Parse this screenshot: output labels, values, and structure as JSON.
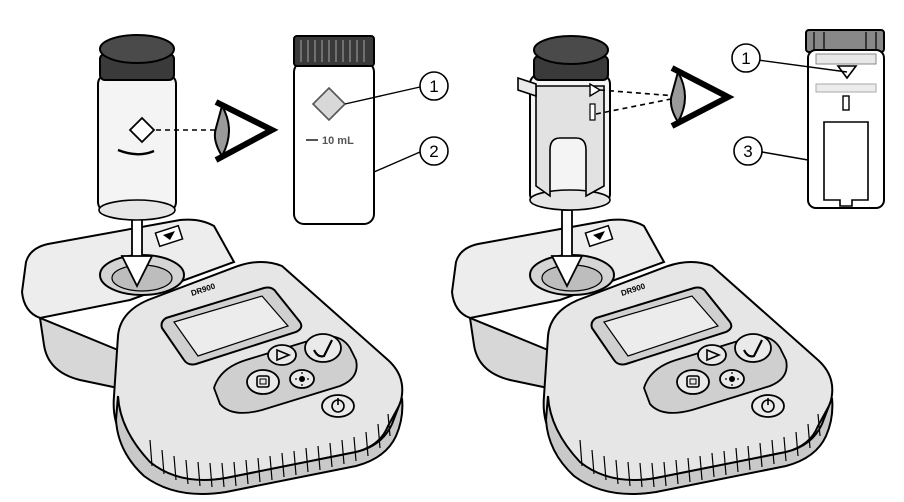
{
  "figure": {
    "fill_mark_label": "10 mL",
    "callouts": {
      "left_1": "1",
      "left_2": "2",
      "right_1": "1",
      "right_3": "3"
    },
    "device_brand": "DR900"
  },
  "colors": {
    "line": "#000000",
    "device_body": "#e9e9e9",
    "device_shade": "#cfcfcf",
    "cap": "#3a3a3a",
    "glass": "#f4f4f4",
    "eye_iris": "#9a9a9a"
  },
  "icons": [
    "measure-icon",
    "arrow-icon",
    "check-icon",
    "menu-icon",
    "light-icon",
    "power-icon",
    "eye-icon"
  ]
}
